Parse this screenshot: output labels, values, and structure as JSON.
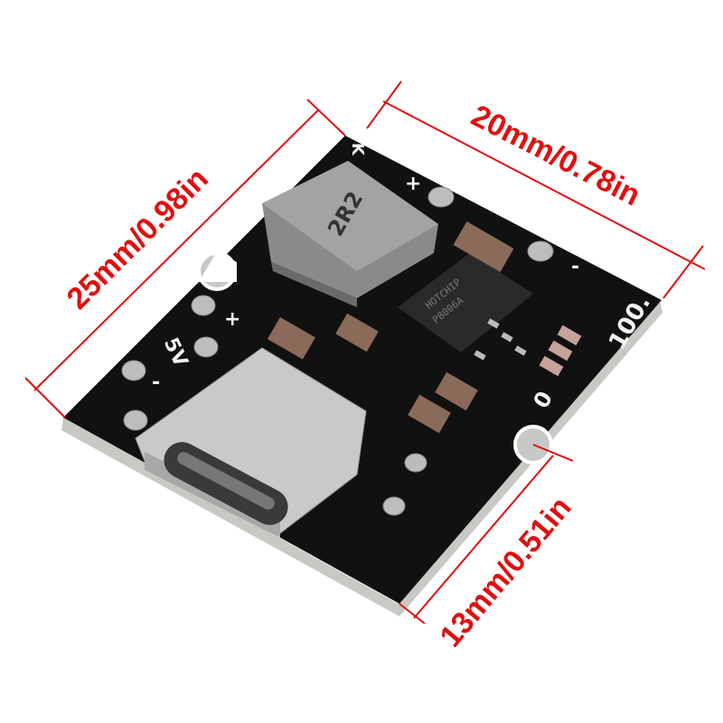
{
  "dimensions": {
    "length": "25mm/0.98in",
    "width": "20mm/0.78in",
    "height": "13mm/0.51in"
  },
  "colors": {
    "dimension_line": "#e01010",
    "pcb": "#111111",
    "pcb_edge": "#c8c8c4"
  },
  "board": {
    "inductor_marking": "2R2",
    "chip_marking_1": "HOTCHIP",
    "chip_marking_2": "P8006A",
    "label_5v": "5V",
    "label_plus_left": "+",
    "label_minus_left": "-",
    "label_plus_top": "+",
    "label_minus_right": "-",
    "label_k": "K",
    "label_100": "100.",
    "label_0": "0"
  }
}
